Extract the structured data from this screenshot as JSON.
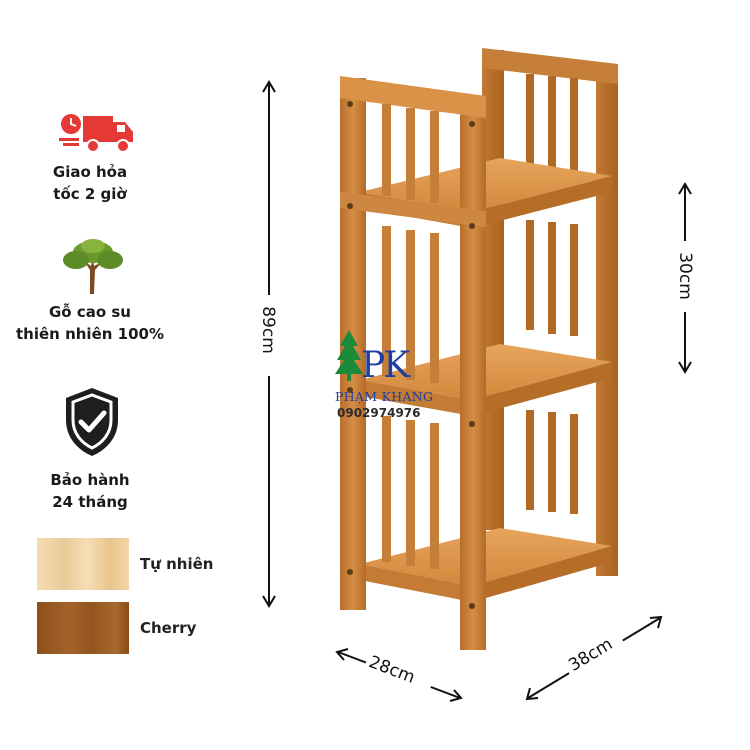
{
  "features": [
    {
      "icon": "delivery-truck-icon",
      "line1": "Giao hỏa",
      "line2": "tốc 2 giờ",
      "color": "#e53935"
    },
    {
      "icon": "tree-icon",
      "line1": "Gỗ cao su",
      "line2": "thiên nhiên 100%",
      "color": "#4e8a2a"
    },
    {
      "icon": "shield-check-icon",
      "line1": "Bảo hành",
      "line2": "24 tháng",
      "color": "#1e1e1e"
    }
  ],
  "swatches": [
    {
      "label": "Tự nhiên",
      "color": "#f0d2a2"
    },
    {
      "label": "Cherry",
      "color": "#9a5a22"
    }
  ],
  "dimensions": {
    "height": "89cm",
    "shelf_gap": "30cm",
    "depth": "28cm",
    "width": "38cm"
  },
  "watermark": {
    "brand_initials": "PK",
    "brand_name": "PHẠM KHANG",
    "phone": "0902974976"
  },
  "colors": {
    "wood": "#d0883c",
    "wood_dark": "#a8621f",
    "wood_light": "#e4a45a"
  }
}
